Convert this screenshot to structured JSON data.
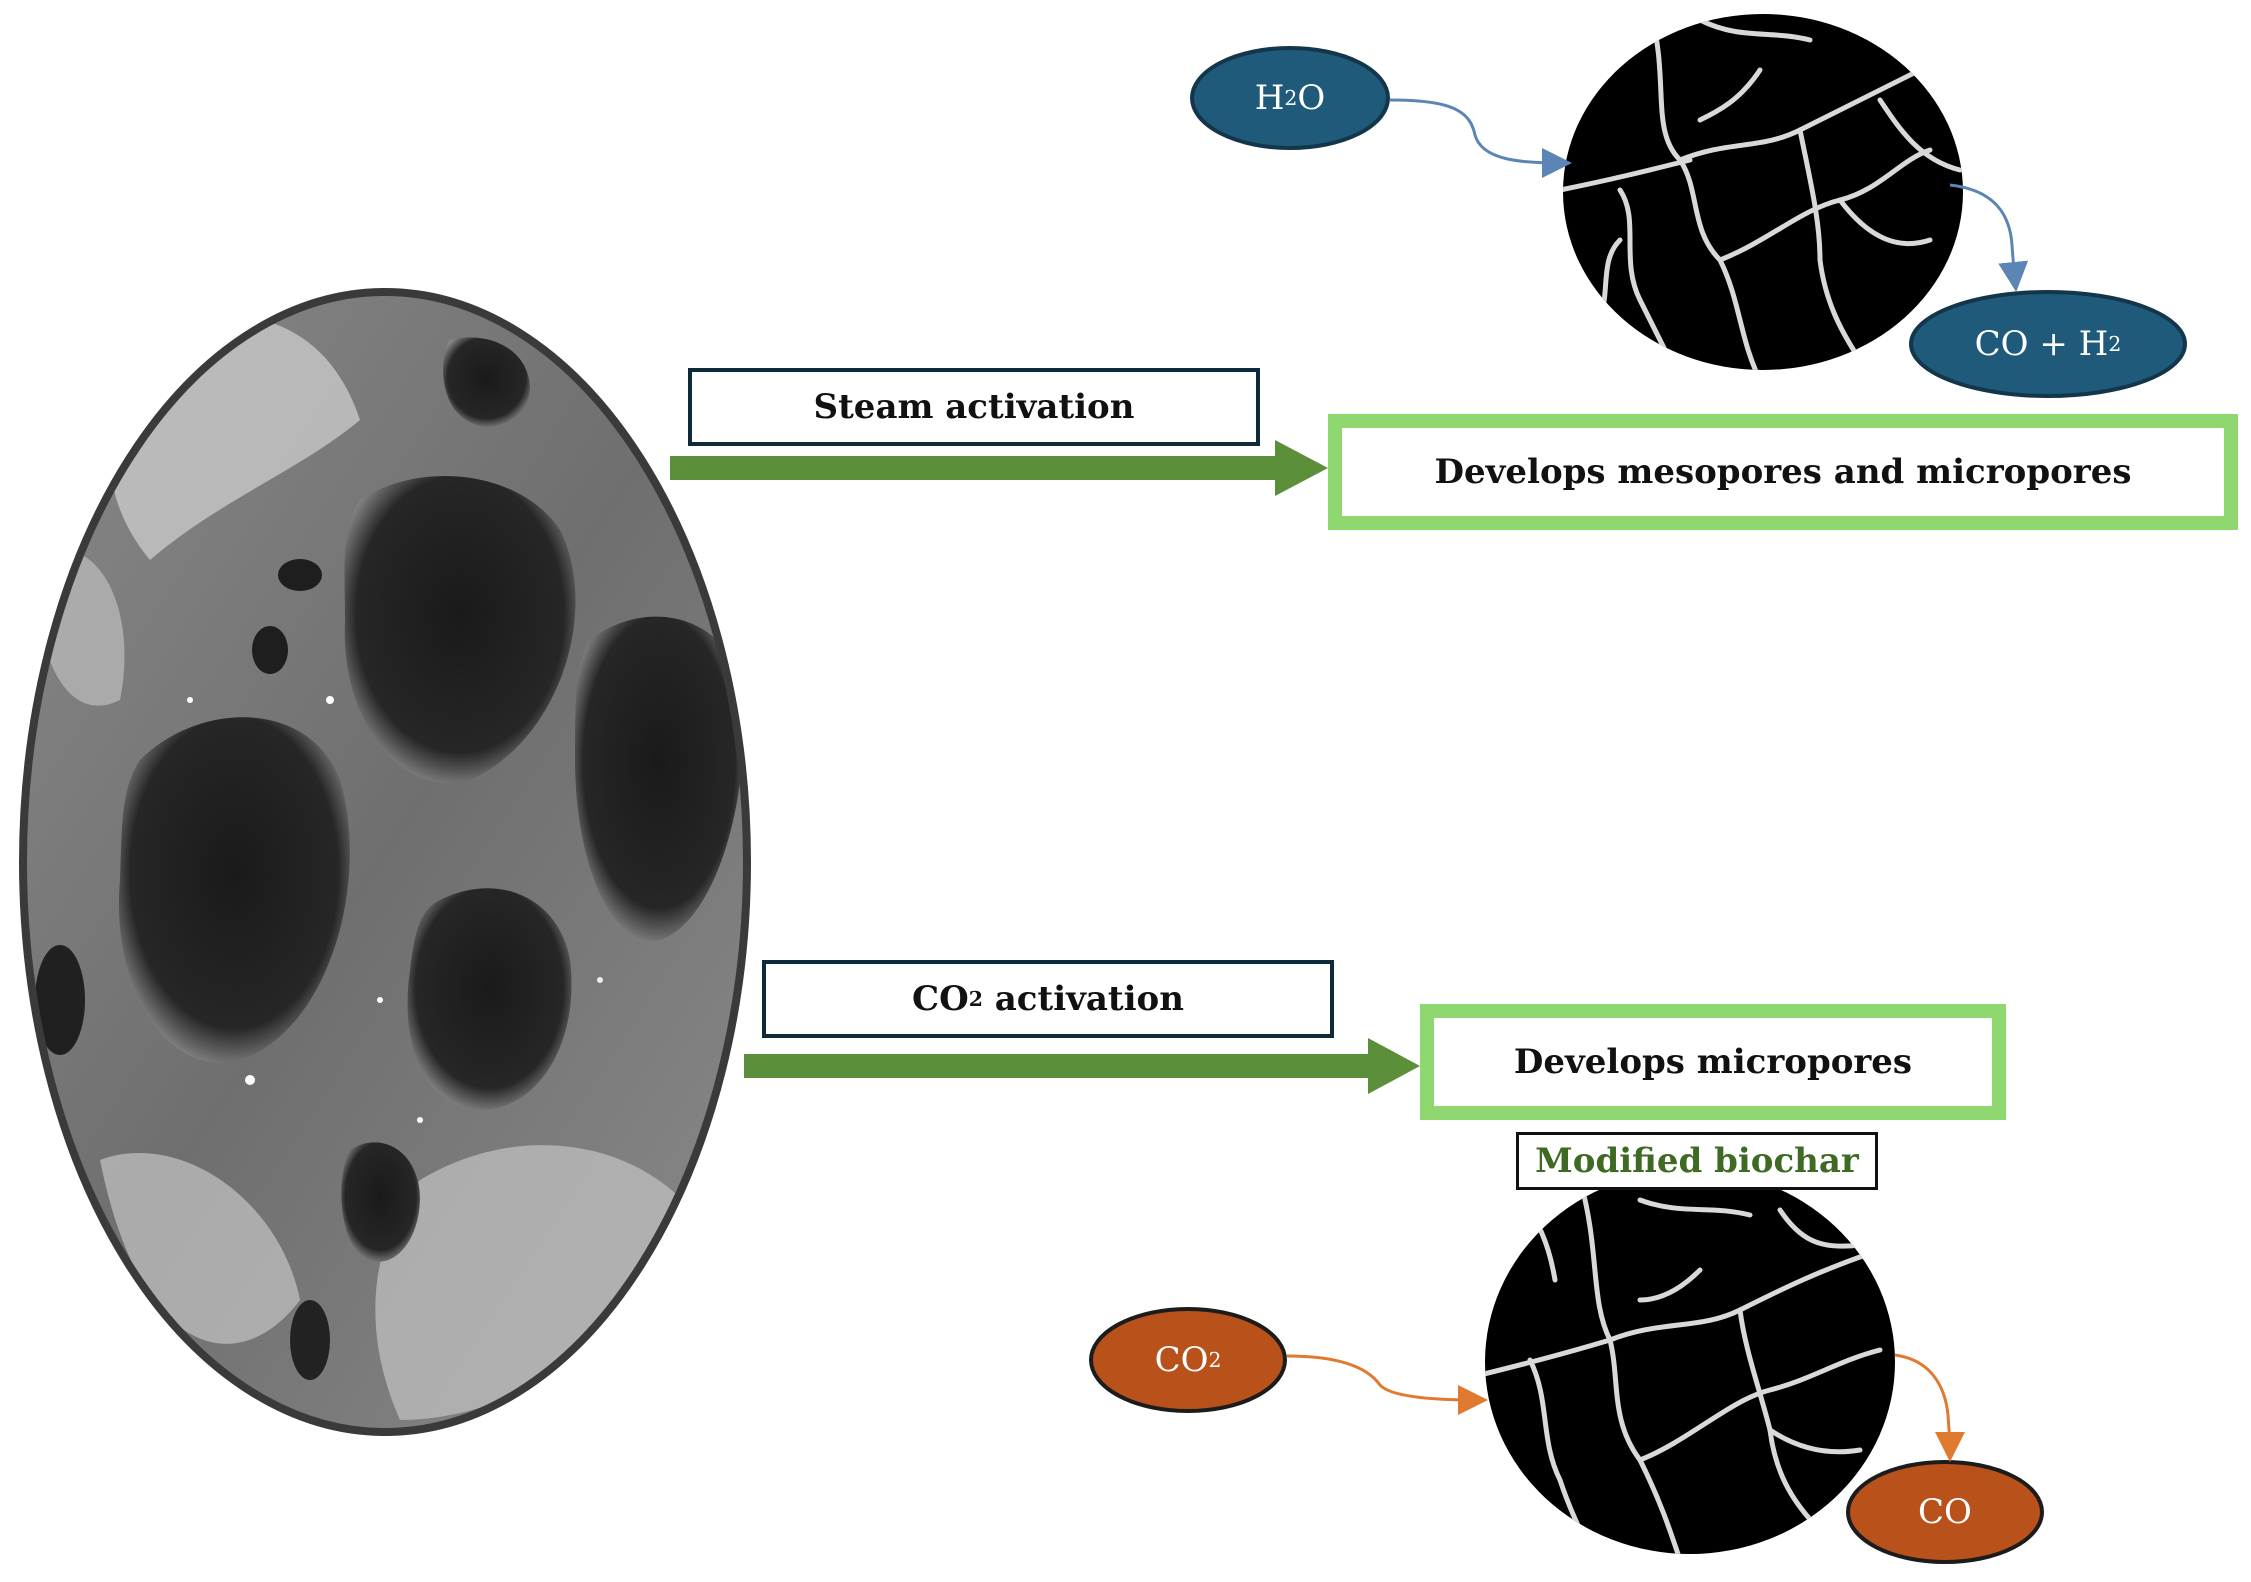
{
  "steam": {
    "label": "Steam activation",
    "result": "Develops mesopores and micropores",
    "reactant": "H",
    "reactant_sub": "2",
    "reactant_tail": "O",
    "product": "CO + H",
    "product_sub": "2"
  },
  "co2": {
    "label_main": "CO",
    "label_sub": "2",
    "label_tail": " activation",
    "result": "Develops micropores",
    "modified": "Modified biochar",
    "reactant": "CO",
    "reactant_sub": "2",
    "product": "CO"
  },
  "colors": {
    "arrow_green": "#5b8f3a",
    "box_green": "#8fd86f",
    "steam_blue": "#1f5a7a",
    "co2_orange": "#b9511b",
    "dark_border": "#0e2a3a",
    "modified_text": "#3f6a23"
  }
}
